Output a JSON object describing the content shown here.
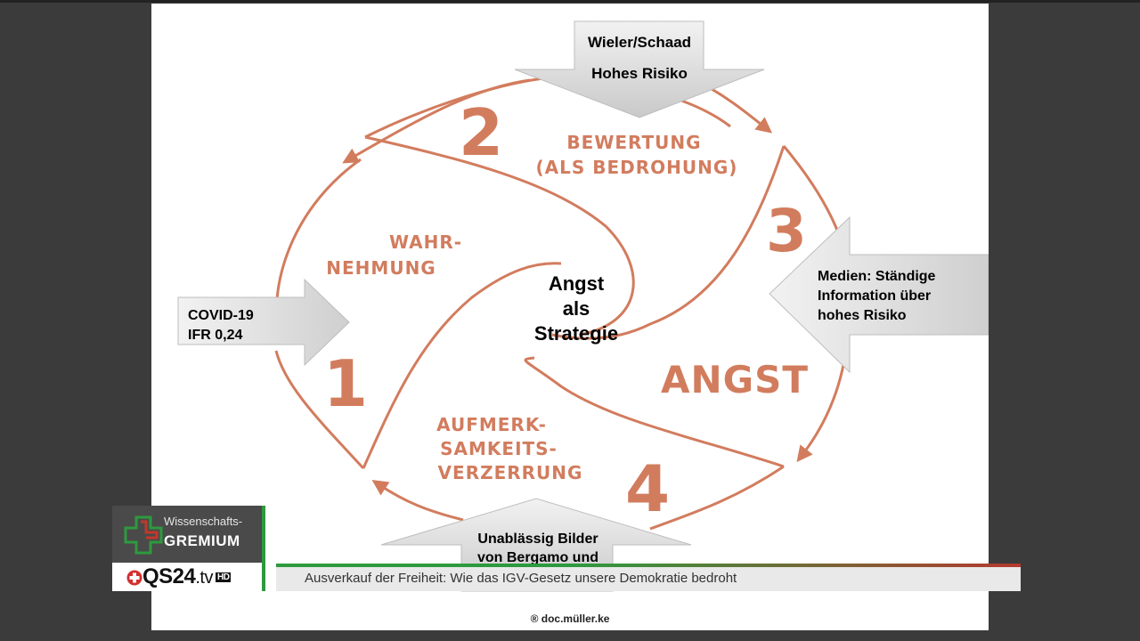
{
  "diagram": {
    "center": [
      "Angst",
      "als",
      "Strategie"
    ],
    "stages": {
      "num1": "1",
      "num2": "2",
      "num3": "3",
      "num4": "4",
      "wahrnehmung": [
        "WAHR-",
        "NEHMUNG"
      ],
      "bewertung": [
        "BEWERTUNG",
        "(ALS BEDROHUNG)"
      ],
      "angst": "ANGST",
      "aufmerksamkeit": [
        "AUFMERK-",
        "SAMKEITS-",
        "VERZERRUNG"
      ]
    },
    "arrows": {
      "top": [
        "Wieler/Schaad",
        "Hohes Risiko"
      ],
      "left": [
        "COVID-19",
        "IFR 0,24"
      ],
      "right": [
        "Medien: Ständige",
        "Information über",
        "hohes Risiko"
      ],
      "bottom": [
        "Unablässig Bilder",
        "von Bergamo und"
      ]
    },
    "credit": "® doc.müller.ke"
  },
  "overlay": {
    "logo_small": "Wissenschafts-",
    "logo_big": "GREMIUM",
    "channel": "QS24",
    "channel_suffix": ".tv",
    "channel_hd": "HD",
    "ticker": "Ausverkauf der Freiheit: Wie das IGV-Gesetz unsere Demokratie bedroht"
  },
  "colors": {
    "accent": "#d27c5e",
    "arrow_fill": "#dcdcdc",
    "ticker_green": "#2d9a3e",
    "ticker_red": "#b43a2e"
  }
}
